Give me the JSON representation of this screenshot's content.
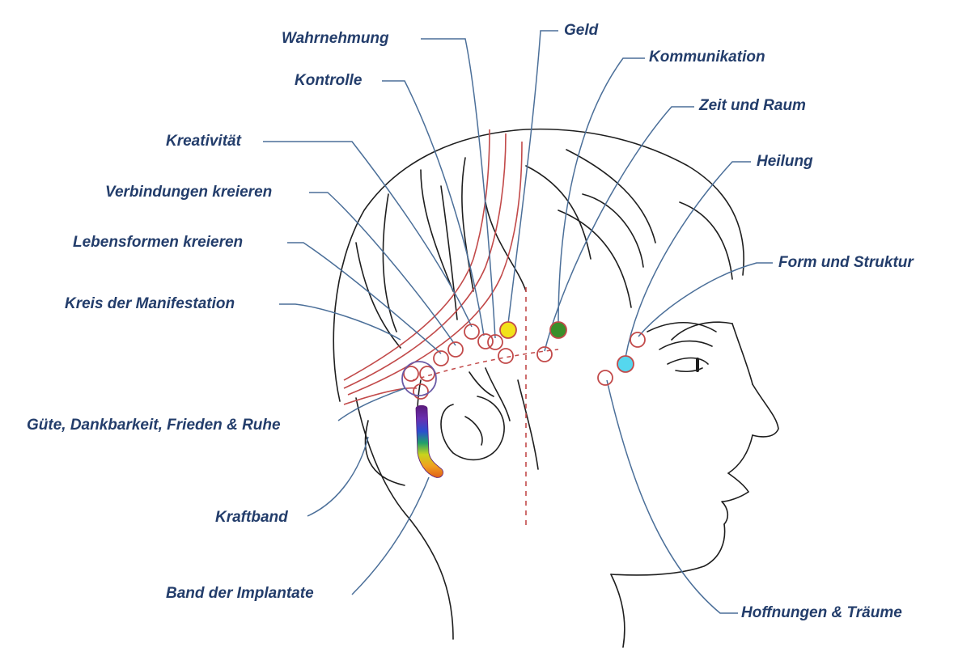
{
  "labels": {
    "wahrnehmung": "Wahrnehmung",
    "geld": "Geld",
    "kommunikation": "Kommunikation",
    "kontrolle": "Kontrolle",
    "zeit_und_raum": "Zeit und Raum",
    "kreativitaet": "Kreativität",
    "heilung": "Heilung",
    "verbindungen_kreieren": "Verbindungen kreieren",
    "lebensformen_kreieren": "Lebensformen kreieren",
    "form_und_struktur": "Form und Struktur",
    "kreis_der_manifestation": "Kreis der Manifestation",
    "guete": "Güte, Dankbarkeit, Frieden & Ruhe",
    "kraftband": "Kraftband",
    "band_der_implantate": "Band der Implantate",
    "hoffnungen": "Hoffnungen & Träume"
  },
  "colors": {
    "label_text": "#233d6b",
    "leader_line": "#4b6f99",
    "head_outline": "#1e1e1e",
    "red_band": "#c24a4a",
    "marker_circle": "#c24a4a",
    "marker_ring_violet": "#6a5aa6",
    "geld_fill": "#f2e21a",
    "kommunikation_fill": "#3a8f2a",
    "heilung_fill": "#55d7ee"
  },
  "icons": {
    "head": "human-head-profile-icon",
    "gradient_band": "rainbow-band-icon"
  }
}
